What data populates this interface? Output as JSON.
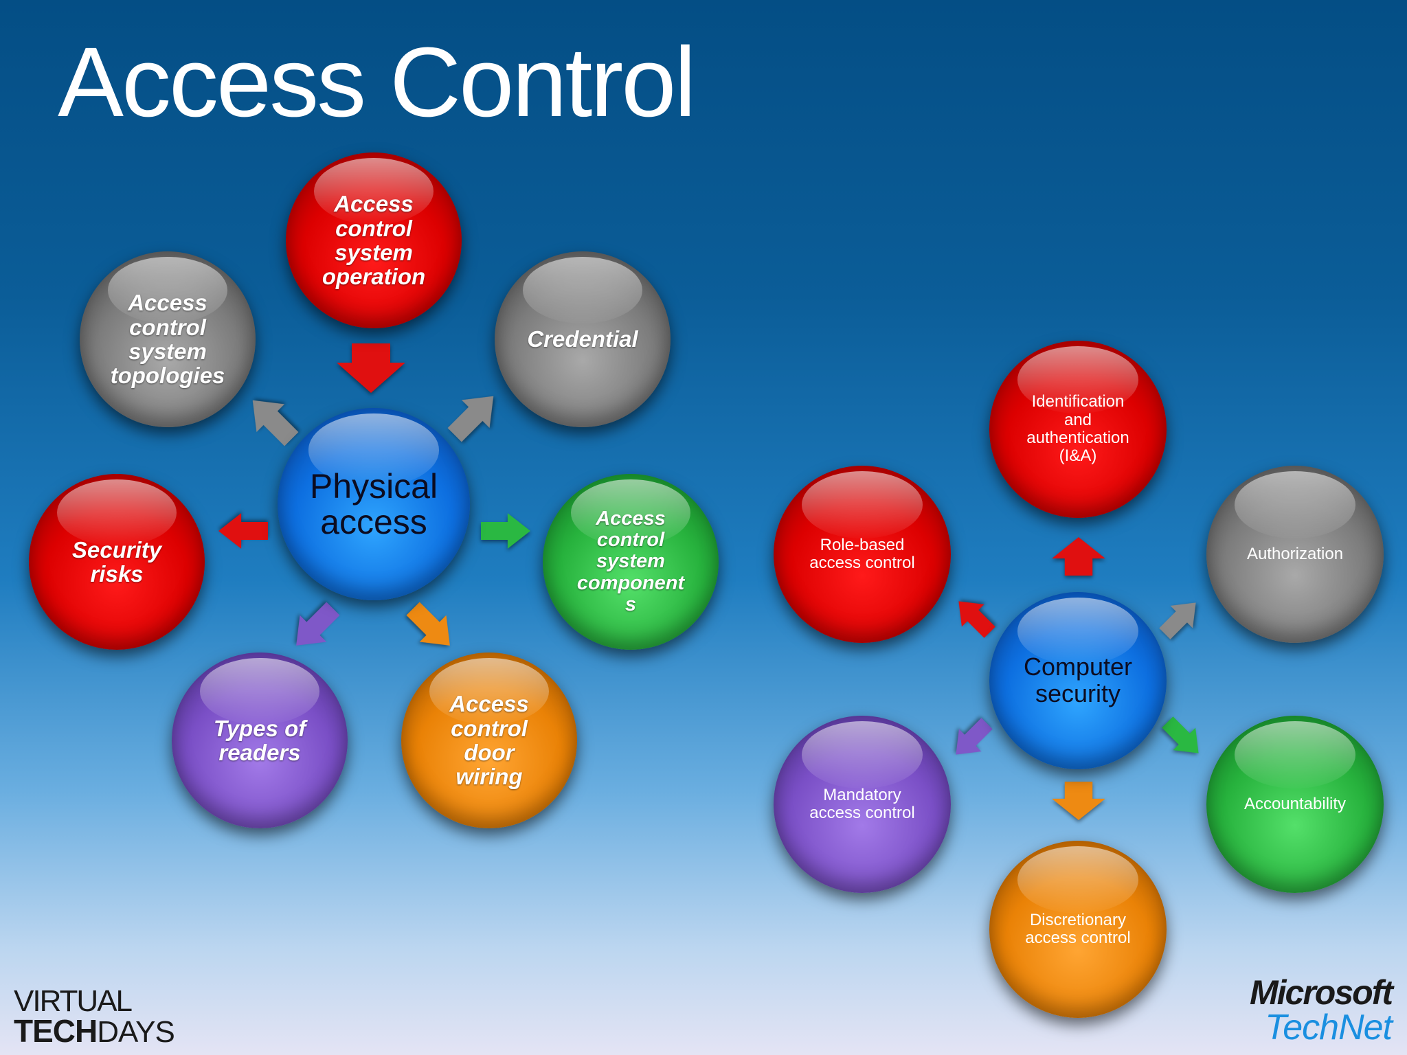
{
  "title": "Access Control",
  "left_diagram": {
    "center": "Physical access",
    "nodes": [
      {
        "label": "Access control system operation",
        "color": "red"
      },
      {
        "label": "Credential",
        "color": "gray"
      },
      {
        "label": "Access control system component s",
        "color": "green"
      },
      {
        "label": "Access control door wiring",
        "color": "orange"
      },
      {
        "label": "Types of readers",
        "color": "purple"
      },
      {
        "label": "Security risks",
        "color": "red"
      },
      {
        "label": "Access control system topologies",
        "color": "gray"
      }
    ]
  },
  "right_diagram": {
    "center": "Computer security",
    "nodes": [
      {
        "label": "Identification and authentication (I&A)",
        "color": "red"
      },
      {
        "label": "Authorization",
        "color": "gray"
      },
      {
        "label": "Accountability",
        "color": "green"
      },
      {
        "label": "Discretionary access control",
        "color": "orange"
      },
      {
        "label": "Mandatory access control",
        "color": "purple"
      },
      {
        "label": "Role-based access control",
        "color": "red"
      }
    ]
  },
  "logos": {
    "virtual": "VIRTUAL",
    "tech": "TECH",
    "days": "DAYS",
    "microsoft": "Microsoft",
    "technet": "TechNet"
  },
  "colors": {
    "red": "#dc0000",
    "gray": "#7c7c7c",
    "green": "#27b23d",
    "orange": "#ea8206",
    "purple": "#7a4fc6",
    "blue": "#0d6fe0"
  }
}
